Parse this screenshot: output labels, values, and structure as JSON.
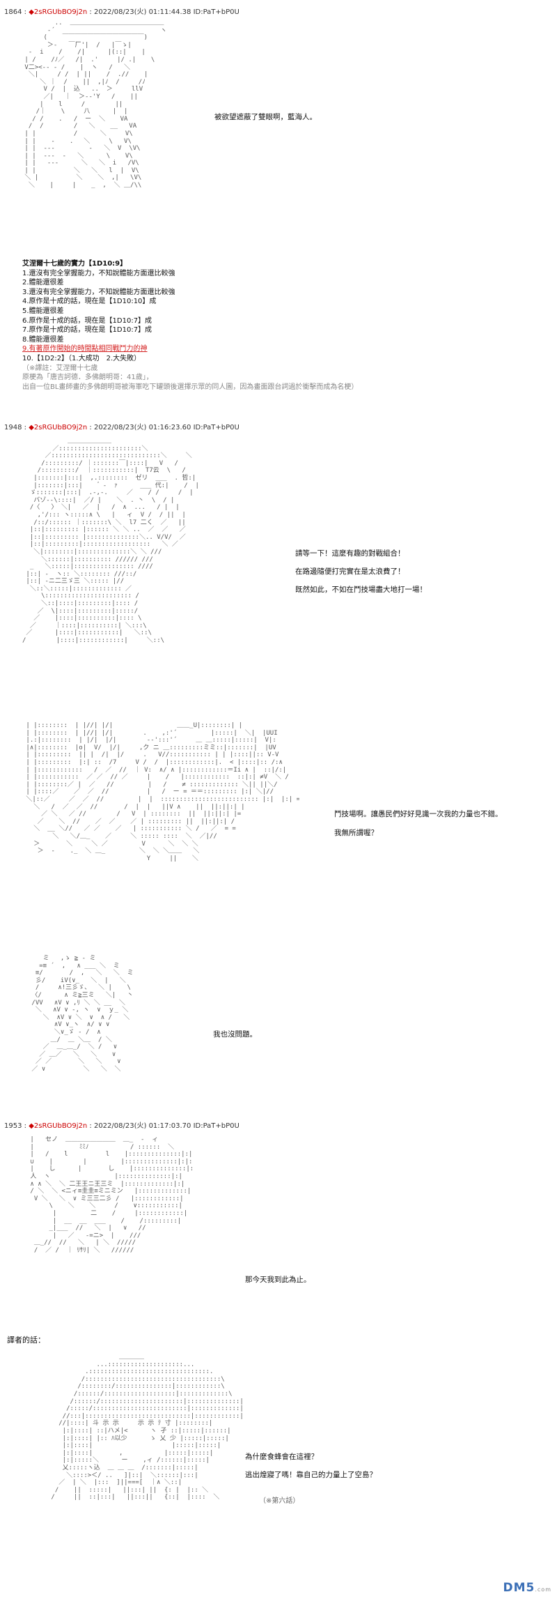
{
  "posts": [
    {
      "number": "1864",
      "name": "◆2sRGUbBO9j2n",
      "date": "2022/08/23(火) 01:11:44.38 ID:PaT+bP0U",
      "speech": [
        "被欲望遮蔽了雙眼啊，藍海人。"
      ]
    },
    {
      "number": "1948",
      "name": "◆2sRGUbBO9j2n",
      "date": "2022/08/23(火) 01:16:23.60 ID:PaT+bP0U",
      "speech": [
        "請等一下！這麼有趣的對戰組合！",
        "在路邊隨便打完實在是太浪費了！",
        "既然如此，不如在鬥技場盡大地打一場！",
        "鬥技場啊。讓愚民們好好見識一次我的力量也不錯。",
        "我無所謂喔？",
        "我也沒問題。"
      ]
    },
    {
      "number": "1953",
      "name": "◆2sRGUbBO9j2n",
      "date": "2022/08/23(火) 01:17:03.70 ID:PaT+bP0U",
      "speech": [
        "那今天我到此為止。"
      ]
    }
  ],
  "stats": {
    "title": "艾涅爾十七歲的實力【1D10:9】",
    "lines": [
      "1.還沒有完全掌握能力，不知說體能方面還比較強",
      "2.體能還很差",
      "3.還沒有完全掌握能力，不知說體能方面還比較強",
      "4.原作是十成的話，現在是【1D10:10】成",
      "5.體能還很差",
      "6.原作是十成的話，現在是【1D10:7】成",
      "7.原作是十成的話，現在是【1D10:7】成",
      "8.體能還很差"
    ],
    "highlight": "9.有著原作開始的時間點相同戰鬥力的神",
    "final": "10.【1D2:2】（1.大成功　2.大失敗）",
    "notes": [
      "（※譯註：艾涅爾十七歲",
      "原梗為「唐吉訶德．多佛朗明哥：41歲」，",
      "出自一位BL畫師畫的多佛朗明哥被海軍吃下罐頭後選擇示眾的同人圖，因為畫面跟台詞過於衝擊而成為名梗）"
    ]
  },
  "translator": {
    "title": "譯者的話：",
    "lines": [
      "為什麼食蜂會在這裡？",
      "逃出煌寢了嗎！靠自己的力量上了空島？"
    ],
    "caption": "（※第六話）"
  },
  "watermark": {
    "text": "DM5",
    "sub": ".com"
  }
}
